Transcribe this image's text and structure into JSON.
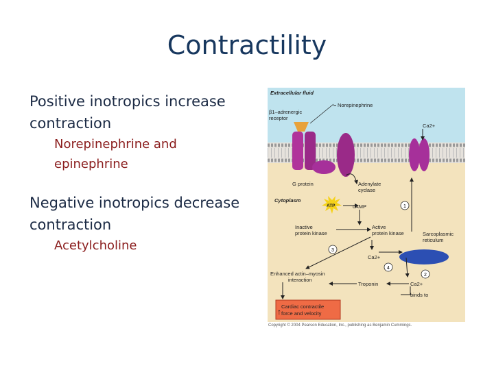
{
  "title": "Contractility",
  "bullets": {
    "positive": "Positive inotropics increase contraction",
    "positive_example": "Norepinephrine and epinephrine",
    "negative": "Negative inotropics decrease contraction",
    "negative_example": "Acetylcholine"
  },
  "diagram": {
    "extracellular": "Extracellular fluid",
    "norepinephrine": "Norepinephrine",
    "receptor_1": "β1–adrenergic",
    "receptor_2": "receptor",
    "ca_outside": "Ca2+",
    "g_protein": "G protein",
    "adenylate_1": "Adenylate",
    "adenylate_2": "cyclase",
    "cytoplasm": "Cytoplasm",
    "atp": "ATP",
    "camp": "cAMP",
    "inactive_1": "Inactive",
    "inactive_2": "protein kinase",
    "active_1": "Active",
    "active_2": "protein kinase",
    "sarco_1": "Sarcoplasmic",
    "sarco_2": "reticulum",
    "ca_inside": "Ca2+",
    "enhanced_1": "Enhanced actin–myosin",
    "enhanced_2": "interaction",
    "troponin": "Troponin",
    "ca_binds": "Ca2+",
    "binds_to": "binds to",
    "result_1": "Cardiac contractile",
    "result_2": "force and velocity",
    "step1": "1",
    "step2": "2",
    "step3": "3",
    "step4": "4"
  },
  "copyright": "Copyright © 2004 Pearson Education, Inc., publishing as Benjamin Cummings."
}
